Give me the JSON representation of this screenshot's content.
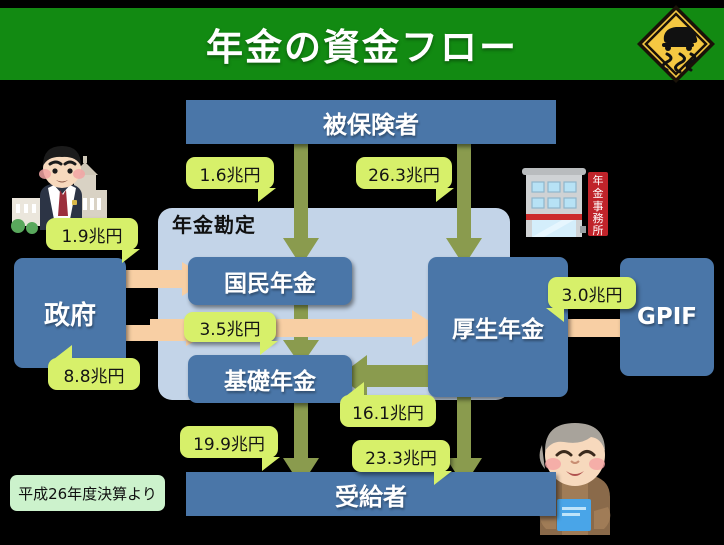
{
  "header": {
    "title": "年金の資金フロー",
    "band_color": "#128a12",
    "sign_icon": "slippery-road-sign",
    "sign_colors": {
      "fill": "#f5c842",
      "border": "#1a1208"
    }
  },
  "palette": {
    "node_blue": "#4a76a8",
    "panel_blue": "#c3d4e8",
    "green_arrow": "#8a9b4e",
    "peach_arrow": "#f8cfa4",
    "callout_green": "#d7f06a",
    "footnote_green": "#ccf2cc",
    "background": "#000000"
  },
  "nodes": {
    "insured": "被保険者",
    "government": "政府",
    "national_pension": "国民年金",
    "basic_pension": "基礎年金",
    "employees_pension": "厚生年金",
    "gpif": "GPIF",
    "beneficiaries": "受給者",
    "account_panel": "年金勘定"
  },
  "flows": [
    {
      "id": "insured-to-national",
      "amount": "1.6兆円",
      "color": "green"
    },
    {
      "id": "insured-to-employees",
      "amount": "26.3兆円",
      "color": "green"
    },
    {
      "id": "government-to-national",
      "amount": "1.9兆円",
      "color": "peach"
    },
    {
      "id": "government-to-basic",
      "amount": "8.8兆円",
      "color": "peach"
    },
    {
      "id": "national-to-employees",
      "amount": "3.5兆円",
      "color": "peach"
    },
    {
      "id": "gpif-to-employees",
      "amount": "3.0兆円",
      "color": "peach"
    },
    {
      "id": "employees-to-basic",
      "amount": "16.1兆円",
      "color": "green"
    },
    {
      "id": "basic-to-beneficiaries",
      "amount": "19.9兆円",
      "color": "green"
    },
    {
      "id": "employees-to-beneficiaries",
      "amount": "23.3兆円",
      "color": "green"
    }
  ],
  "footnote": "平成26年度決算より",
  "illustrations": {
    "politician": "politician-diet-building-illustration",
    "pension_office": "pension-office-building-illustration",
    "pension_office_sign": "年金事務所",
    "elderly": "elderly-person-with-pension-book-illustration"
  }
}
